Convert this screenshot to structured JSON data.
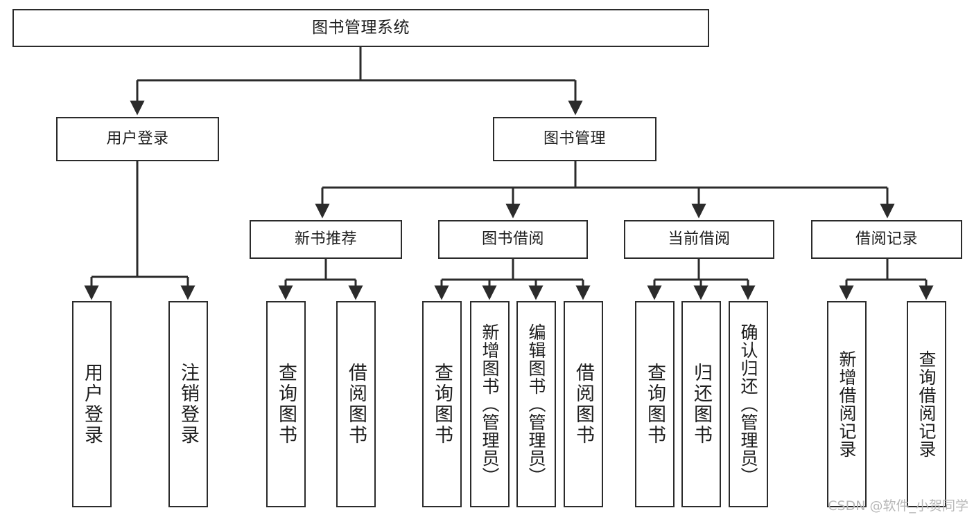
{
  "diagram": {
    "type": "tree-hierarchy",
    "title": "图书管理系统",
    "watermark": "CSDN @软件_小贺同学",
    "colors": {
      "stroke": "#2b2b2b",
      "fill": "#ffffff",
      "text": "#1d1d1d",
      "watermark": "#b7b7b7"
    },
    "nodes": {
      "root": {
        "label": "图书管理系统"
      },
      "level2": [
        {
          "id": "user-login",
          "label": "用户登录"
        },
        {
          "id": "book-manage",
          "label": "图书管理"
        }
      ],
      "level3": [
        {
          "id": "new-book-rec",
          "label": "新书推荐"
        },
        {
          "id": "book-borrow",
          "label": "图书借阅"
        },
        {
          "id": "current-borrow",
          "label": "当前借阅"
        },
        {
          "id": "borrow-record",
          "label": "借阅记录"
        }
      ],
      "leaves": [
        {
          "id": "leaf-user-login",
          "label": "用户登录",
          "parent": "user-login"
        },
        {
          "id": "leaf-logout",
          "label": "注销登录",
          "parent": "user-login"
        },
        {
          "id": "leaf-query-book-1",
          "label": "查询图书",
          "parent": "new-book-rec"
        },
        {
          "id": "leaf-borrow-book-1",
          "label": "借阅图书",
          "parent": "new-book-rec"
        },
        {
          "id": "leaf-query-book-2",
          "label": "查询图书",
          "parent": "book-borrow"
        },
        {
          "id": "leaf-add-book",
          "label": "新增图书（管理员）",
          "parent": "book-borrow"
        },
        {
          "id": "leaf-edit-book",
          "label": "编辑图书（管理员）",
          "parent": "book-borrow"
        },
        {
          "id": "leaf-borrow-book-2",
          "label": "借阅图书",
          "parent": "book-borrow"
        },
        {
          "id": "leaf-query-book-3",
          "label": "查询图书",
          "parent": "current-borrow"
        },
        {
          "id": "leaf-return-book",
          "label": "归还图书",
          "parent": "current-borrow"
        },
        {
          "id": "leaf-confirm-return",
          "label": "确认归还（管理员）",
          "parent": "current-borrow"
        },
        {
          "id": "leaf-add-record",
          "label": "新增借阅记录",
          "parent": "borrow-record"
        },
        {
          "id": "leaf-query-record",
          "label": "查询借阅记录",
          "parent": "borrow-record"
        }
      ]
    }
  }
}
